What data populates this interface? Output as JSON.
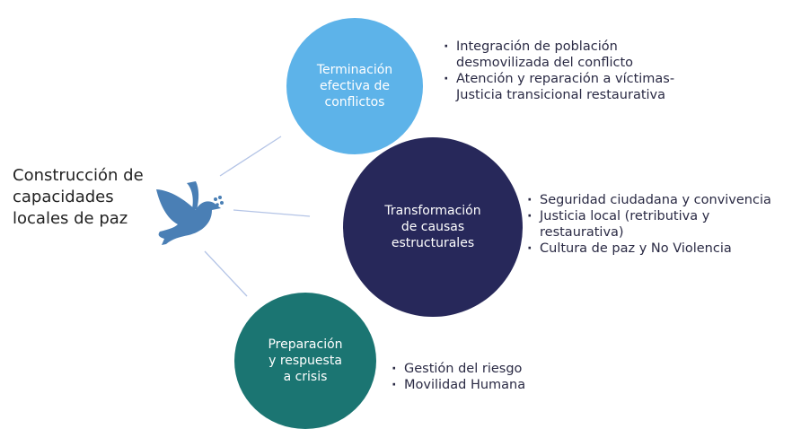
{
  "title": "Construcción de\ncapacidades\nlocales de paz",
  "colors": {
    "circle1": "#5db3e9",
    "circle2": "#27285a",
    "circle3": "#1b7572",
    "dove": "#4a7fb5",
    "connector": "#b4c4e6"
  },
  "branches": [
    {
      "label": "Terminación\nefectiva de\nconflictos",
      "items": [
        "Integración de población desmovilizada del conflicto",
        "Atención y reparación a víctimas- Justicia transicional restaurativa"
      ]
    },
    {
      "label": "Transformación\nde causas\nestructurales",
      "items": [
        "Seguridad ciudadana y convivencia",
        "Justicia local (retributiva y restaurativa)",
        "Cultura de paz y No Violencia"
      ]
    },
    {
      "label": "Preparación\ny respuesta\na crisis",
      "items": [
        "Gestión del riesgo",
        "Movilidad Humana"
      ]
    }
  ]
}
